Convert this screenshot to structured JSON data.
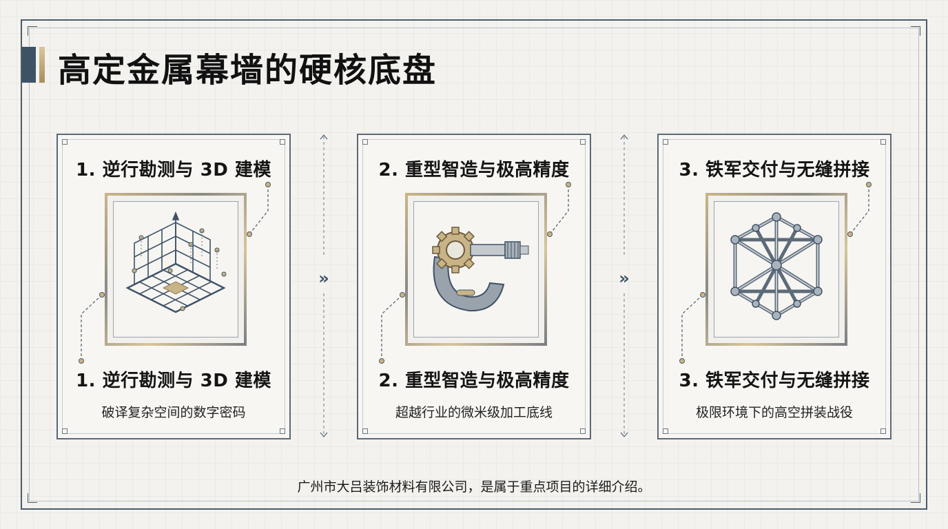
{
  "page": {
    "title": "高定金属幕墙的硬核底盘",
    "footer": "广州市大吕装饰材料有限公司，是属于重点项目的详细介绍。"
  },
  "colors": {
    "accent_navy": "#3e5266",
    "accent_gold": "#c9b487",
    "background": "#f3f2ee"
  },
  "cards": [
    {
      "title_top": "1. 逆行勘测与 3D 建模",
      "title_bottom": "1. 逆行勘测与 3D 建模",
      "subtitle": "破译复杂空间的数字密码",
      "icon": "isometric-3d-grid-icon"
    },
    {
      "title_top": "2. 重型智造与极高精度",
      "title_bottom": "2. 重型智造与极高精度",
      "subtitle": "超越行业的微米级加工底线",
      "icon": "micrometer-gear-icon"
    },
    {
      "title_top": "3. 铁军交付与无缝拼接",
      "title_bottom": "3. 铁军交付与无缝拼接",
      "subtitle": "极限环境下的高空拼装战役",
      "icon": "space-frame-truss-icon"
    }
  ],
  "separators": [
    {
      "icon": "double-chevron-right-icon"
    },
    {
      "icon": "double-chevron-right-icon"
    }
  ]
}
